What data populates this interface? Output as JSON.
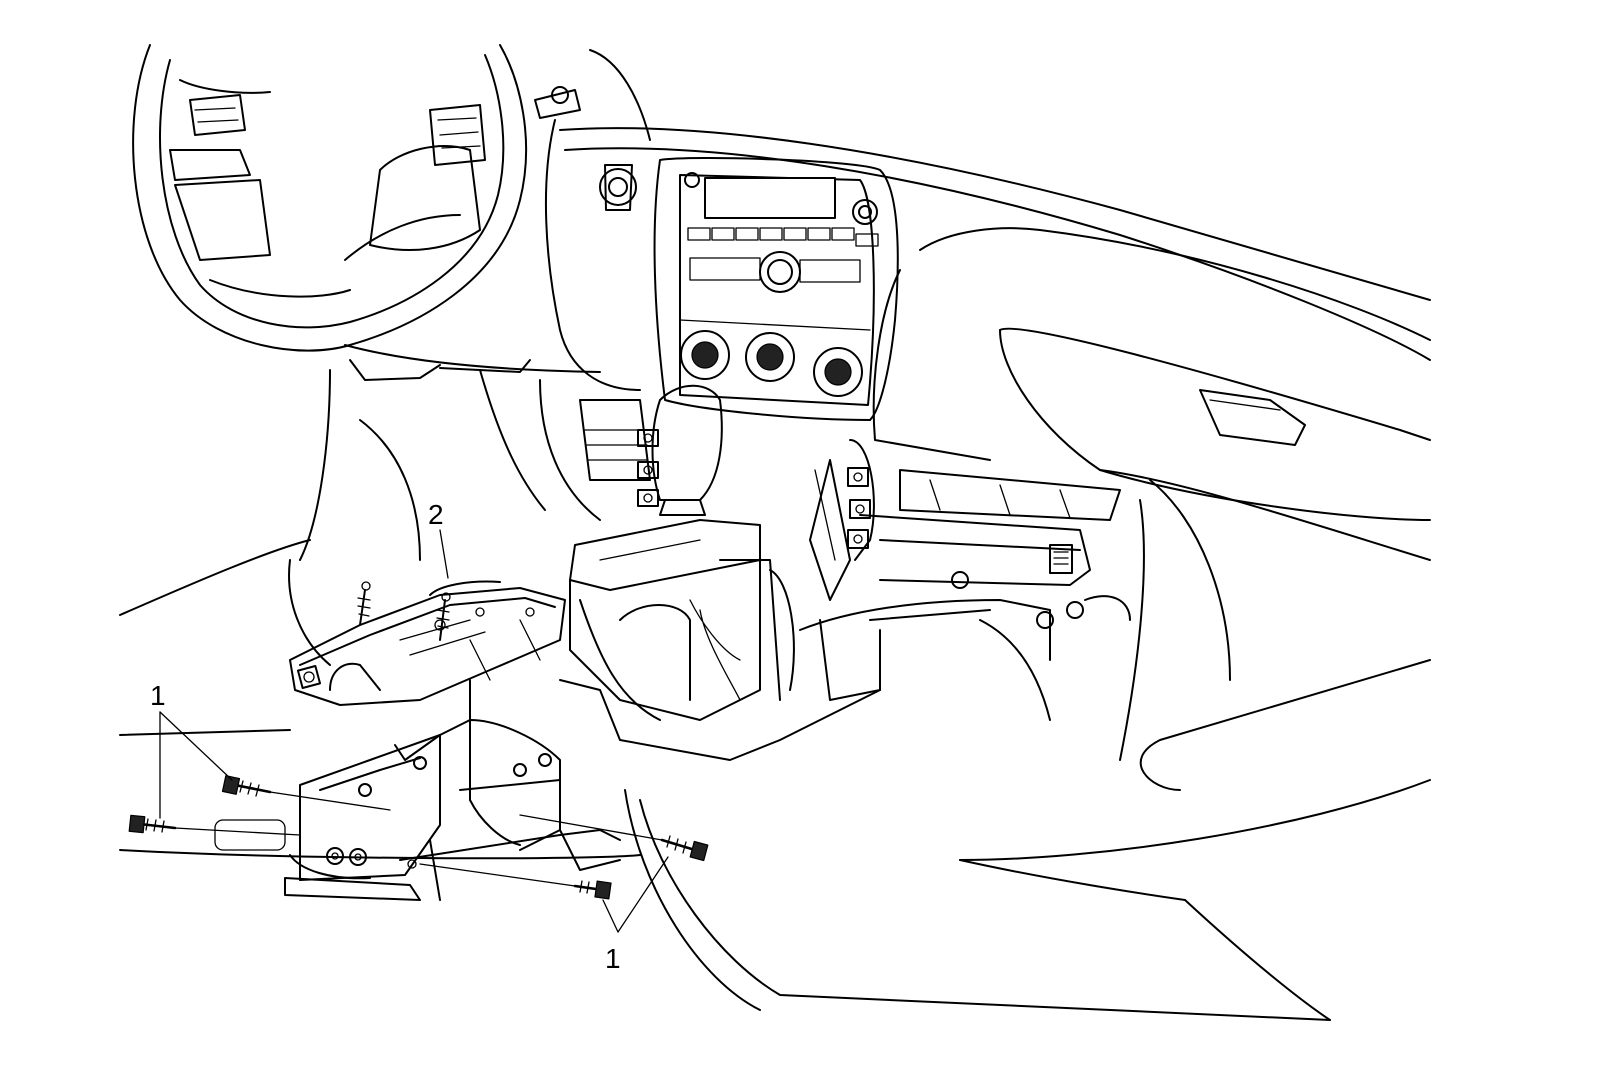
{
  "callouts": {
    "bolts_top_left": "1",
    "bracket": "2",
    "bolts_bottom": "1"
  }
}
